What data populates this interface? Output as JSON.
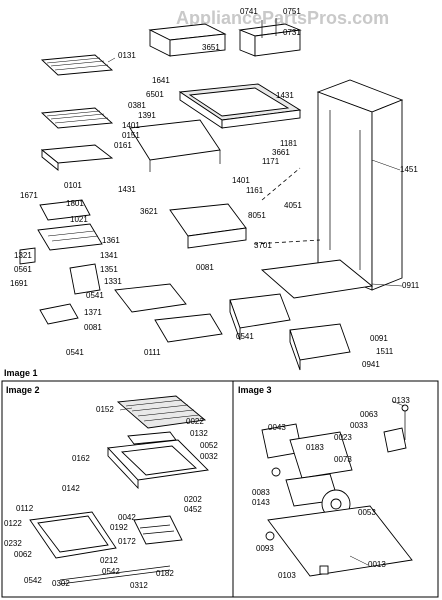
{
  "watermark": "AppliancePartsPros.com",
  "sections": {
    "image1": "Image 1",
    "image2": "Image 2",
    "image3": "Image 3"
  },
  "image1_labels": {
    "p0741": "0741",
    "p0751": "0751",
    "p0731": "0731",
    "p3651": "3651",
    "p0131": "0131",
    "p1641": "1641",
    "p6501": "6501",
    "p0381": "0381",
    "p1391": "1391",
    "p1401a": "1401",
    "p0151": "0151",
    "p0161": "0161",
    "p1431a": "1431",
    "p1181": "1181",
    "p3661": "3661",
    "p1171": "1171",
    "p1451": "1451",
    "p0101": "0101",
    "p1401b": "1401",
    "p1161": "1161",
    "p1431b": "1431",
    "p1671": "1671",
    "p1801": "1801",
    "p3621": "3621",
    "p4051": "4051",
    "p1021": "1021",
    "p8051": "8051",
    "p1361": "1361",
    "p0081a": "0081",
    "p1321": "1321",
    "p1341": "1341",
    "p3701": "3701",
    "p0561": "0561",
    "p1351": "1351",
    "p1331": "1331",
    "p1691": "1691",
    "p0541a": "0541",
    "p0911": "0911",
    "p0081b": "0081",
    "p1371": "1371",
    "p0541b": "0541",
    "p0091": "0091",
    "p1511": "1511",
    "p0941": "0941",
    "p0111": "0111",
    "p0541c": "0541"
  },
  "image2_labels": {
    "p0152": "0152",
    "p0022": "0022",
    "p0132": "0132",
    "p0052": "0052",
    "p0032": "0032",
    "p0162": "0162",
    "p0142": "0142",
    "p0042": "0042",
    "p0202": "0202",
    "p0452": "0452",
    "p0112": "0112",
    "p0192": "0192",
    "p0122": "0122",
    "p0172": "0172",
    "p0232": "0232",
    "p0062": "0062",
    "p0212": "0212",
    "p0542a": "0542",
    "p0302": "0302",
    "p0542b": "0542",
    "p0182": "0182",
    "p0312": "0312"
  },
  "image3_labels": {
    "p0133": "0133",
    "p0063": "0063",
    "p0043": "0043",
    "p0033": "0033",
    "p0023": "0023",
    "p0183": "0183",
    "p0073": "0073",
    "p0083": "0083",
    "p0143": "0143",
    "p0053": "0053",
    "p0093": "0093",
    "p0103": "0103",
    "p0013": "0013"
  }
}
